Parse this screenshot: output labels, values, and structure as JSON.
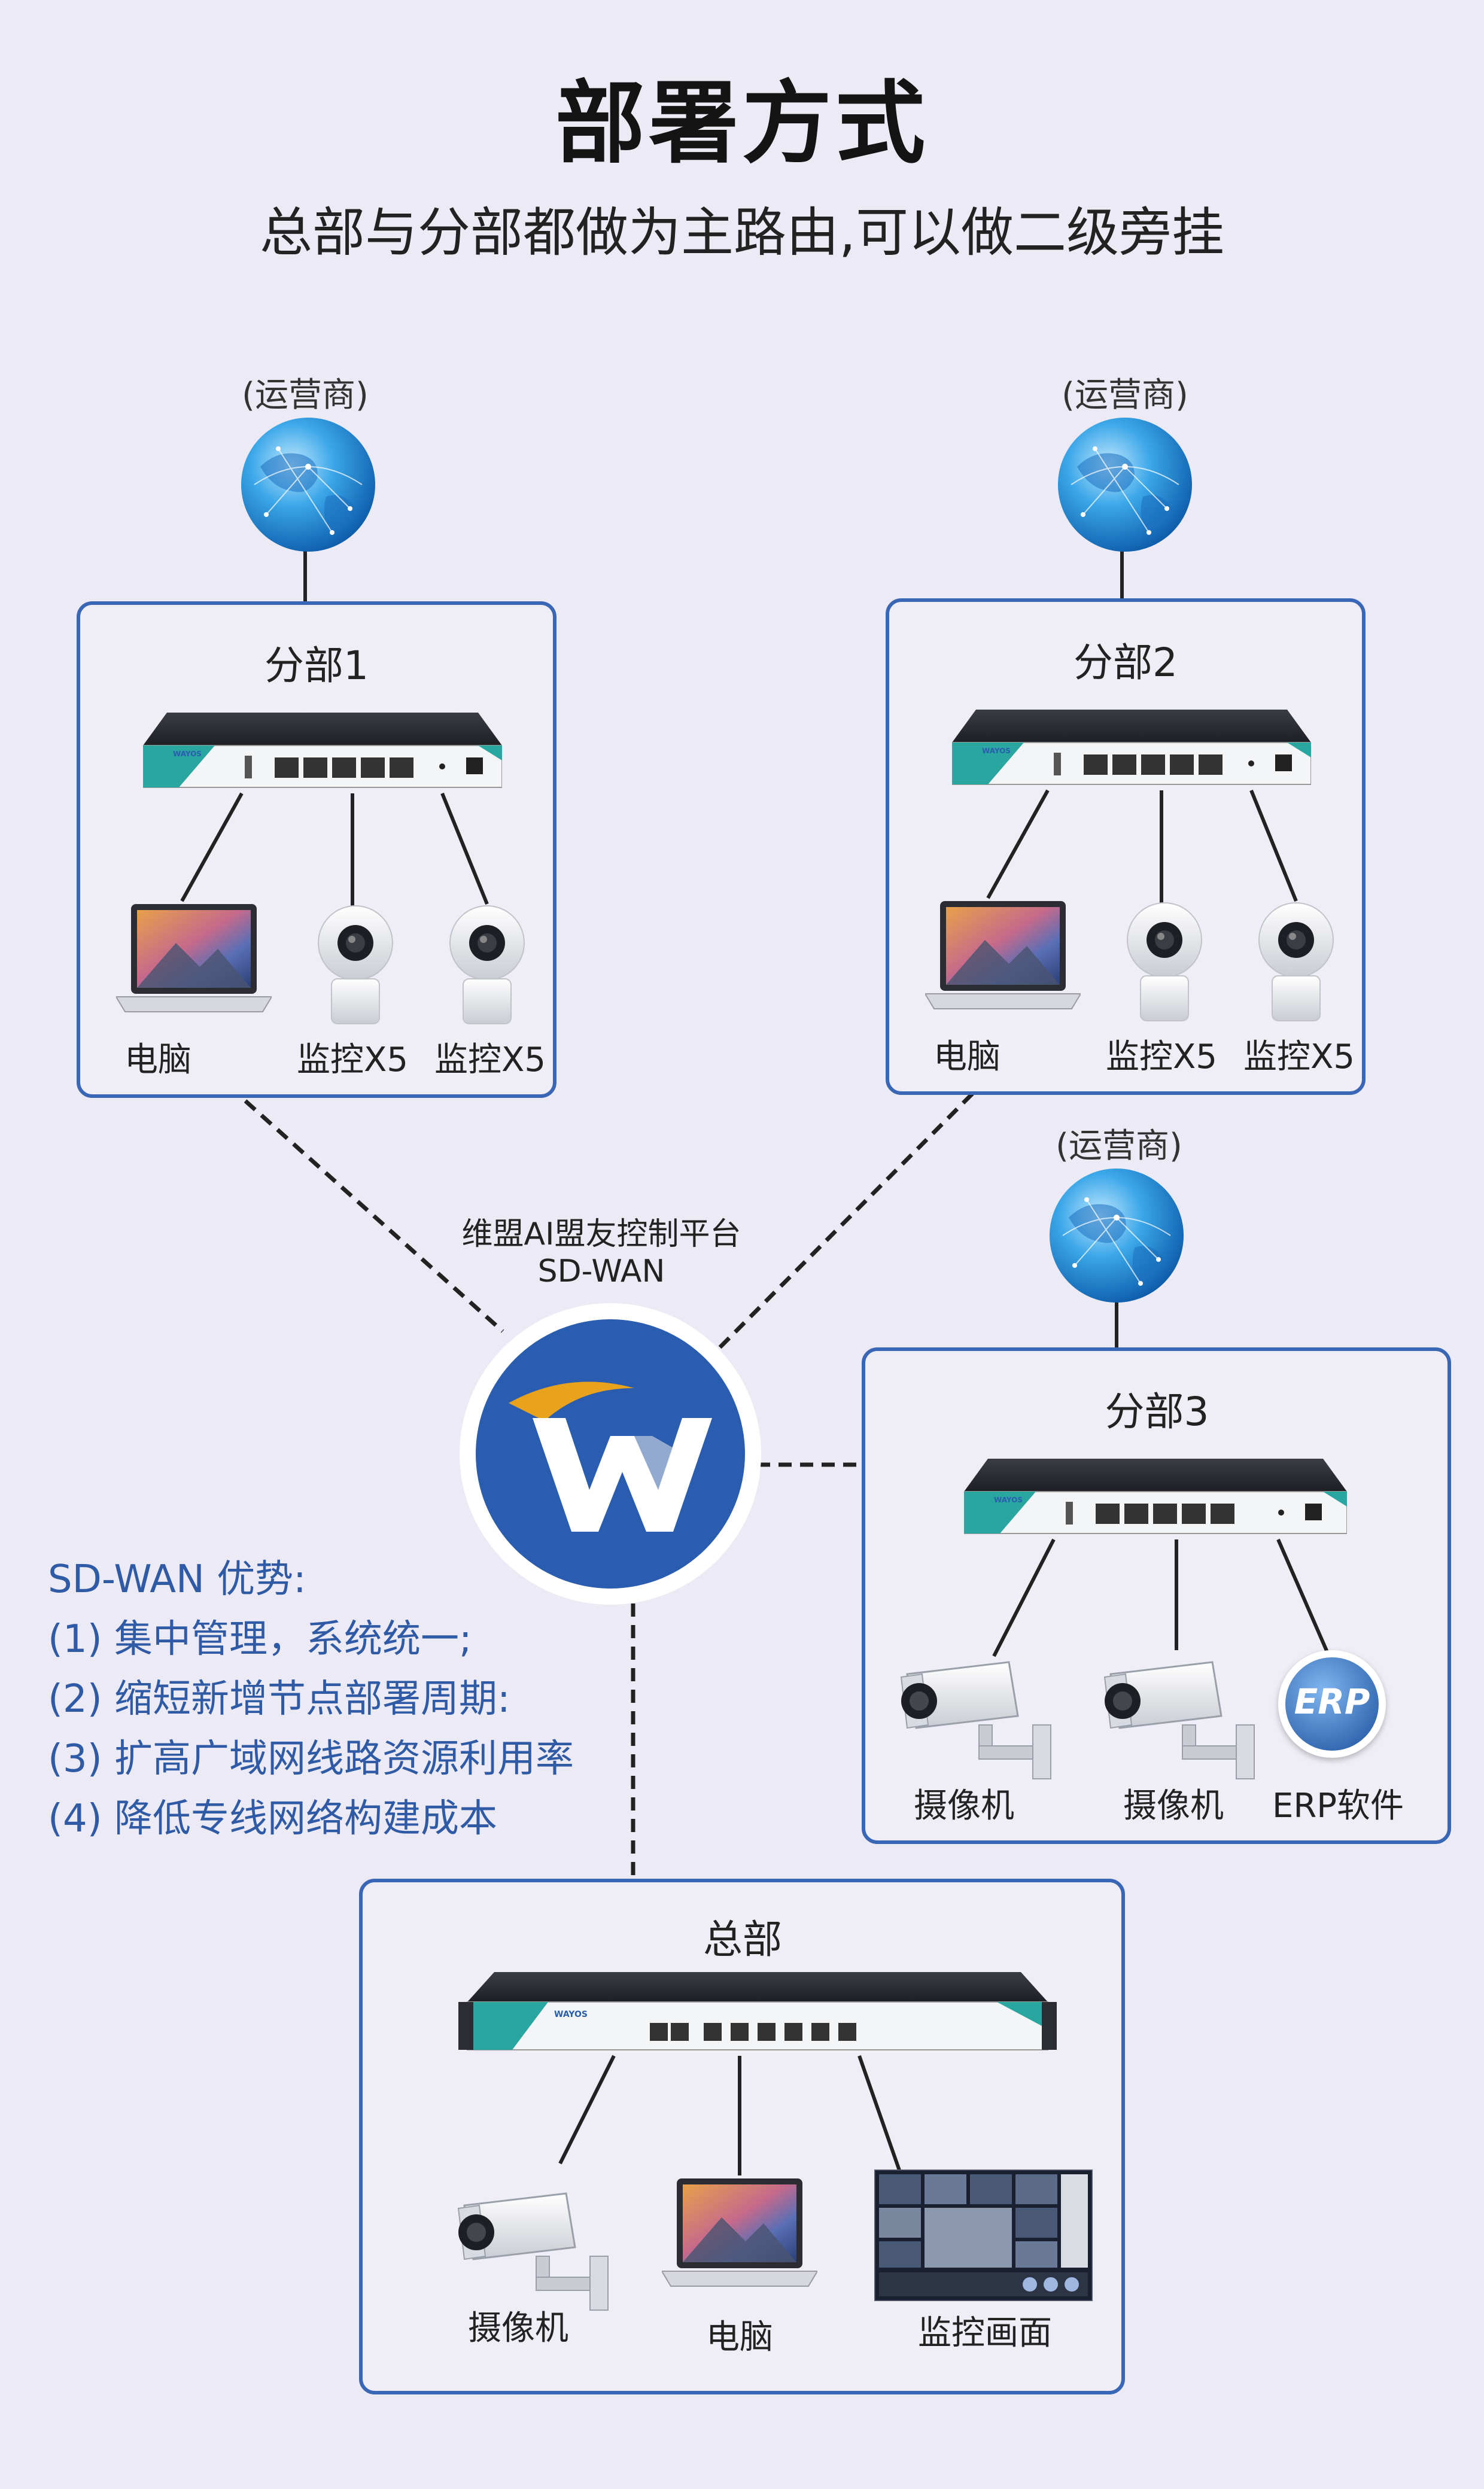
{
  "title": "部署方式",
  "subtitle": "总部与分部都做为主路由,可以做二级旁挂",
  "isp_label": "(运营商)",
  "platform": {
    "line1": "维盟AI盟友控制平台",
    "line2": "SD-WAN"
  },
  "branches": [
    {
      "title": "分部1",
      "devices": [
        "电脑",
        "监控X5",
        "监控X5"
      ]
    },
    {
      "title": "分部2",
      "devices": [
        "电脑",
        "监控X5",
        "监控X5"
      ]
    },
    {
      "title": "分部3",
      "devices": [
        "摄像机",
        "摄像机",
        "ERP软件"
      ]
    }
  ],
  "hq": {
    "title": "总部",
    "devices": [
      "摄像机",
      "电脑",
      "监控画面"
    ]
  },
  "advantages": {
    "heading": "SD-WAN 优势:",
    "items": [
      "(1) 集中管理，系统统一;",
      "(2) 缩短新增节点部署周期:",
      "(3) 扩高广域网线路资源利用率",
      "(4) 降低专线网络构建成本"
    ]
  },
  "erp_badge": "ERP",
  "router_brand": "WAYOS",
  "colors": {
    "frame": "#3a66b6",
    "advantage_text": "#2f5aa5",
    "logo_blue": "#2a5db0",
    "logo_gold": "#e8a21c"
  }
}
